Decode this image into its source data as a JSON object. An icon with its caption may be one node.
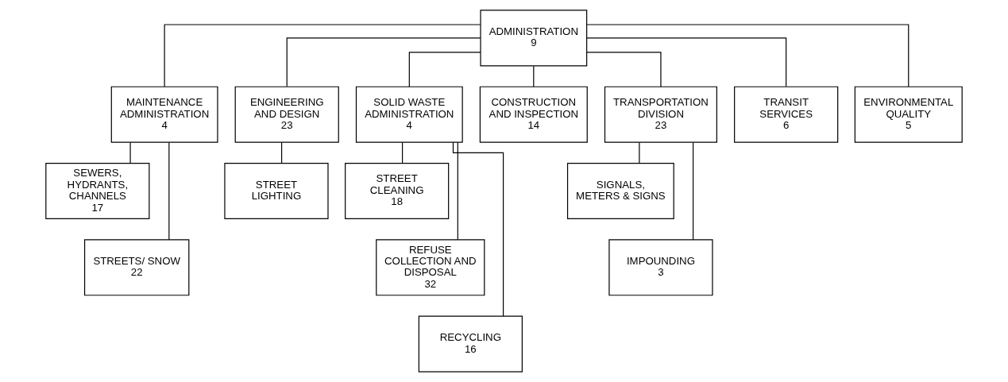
{
  "diagram": {
    "nodes": [
      {
        "text": [
          "ADMINISTRATION",
          "9"
        ]
      },
      {
        "text": [
          "MAINTENANCE ADMINISTRATION",
          "4"
        ]
      },
      {
        "text": [
          "ENGINEERING AND DESIGN",
          "23"
        ]
      },
      {
        "text": [
          "SOLID WASTE ADMINISTRATION",
          "4"
        ]
      },
      {
        "text": [
          "CONSTRUCTION AND INSPECTION",
          "14"
        ]
      },
      {
        "text": [
          "TRANSPORTATION DIVISION",
          "23"
        ]
      },
      {
        "text": [
          "TRANSIT SERVICES",
          "6"
        ]
      },
      {
        "text": [
          "ENVIRONMENTAL QUALITY",
          "5"
        ]
      },
      {
        "text": [
          "SEWERS, HYDRANTS, CHANNELS",
          "17"
        ]
      },
      {
        "text": [
          "STREETS/ SNOW",
          "22"
        ]
      },
      {
        "text": [
          "STREET LIGHTING"
        ]
      },
      {
        "text": [
          "STREET CLEANING",
          "18"
        ]
      },
      {
        "text": [
          "REFUSE COLLECTION AND DISPOSAL",
          "32"
        ]
      },
      {
        "text": [
          "RECYCLING",
          "16"
        ]
      },
      {
        "text": [
          "SIGNALS, METERS & SIGNS"
        ]
      },
      {
        "text": [
          "IMPOUNDING",
          "3"
        ]
      }
    ],
    "edges": [
      {
        "from": 0,
        "to": 1,
        "arrow": "none"
      },
      {
        "from": 0,
        "to": 2,
        "arrow": "none"
      },
      {
        "from": 0,
        "to": 3,
        "arrow": "none"
      },
      {
        "from": 0,
        "to": 4,
        "arrow": "none"
      },
      {
        "from": 0,
        "to": 5,
        "arrow": "none"
      },
      {
        "from": 0,
        "to": 6,
        "arrow": "none"
      },
      {
        "from": 0,
        "to": 7,
        "arrow": "none"
      },
      {
        "from": 1,
        "to": 8,
        "arrow": "none"
      },
      {
        "from": 1,
        "to": 9,
        "arrow": "none"
      },
      {
        "from": 2,
        "to": 10,
        "arrow": "none"
      },
      {
        "from": 3,
        "to": 11,
        "arrow": "none"
      },
      {
        "from": 3,
        "to": 12,
        "arrow": "none"
      },
      {
        "from": 3,
        "to": 13,
        "arrow": "none"
      },
      {
        "from": 5,
        "to": 14,
        "arrow": "none"
      },
      {
        "from": 5,
        "to": 15,
        "arrow": "none"
      }
    ]
  }
}
